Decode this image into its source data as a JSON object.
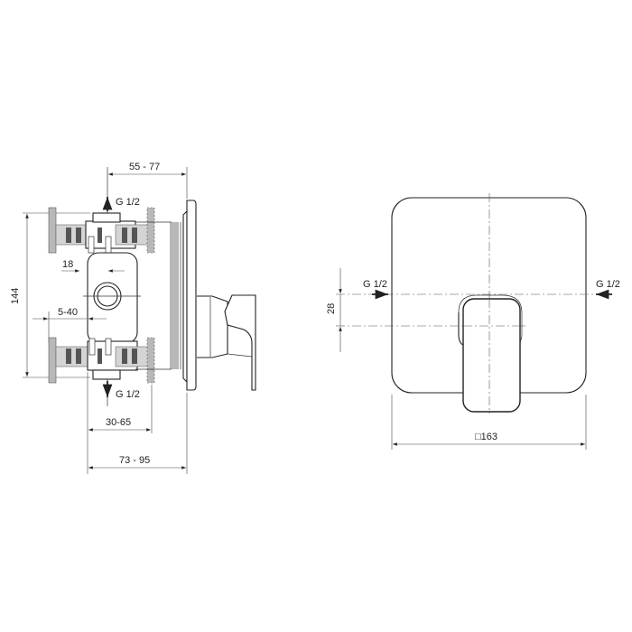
{
  "drawing": {
    "side_view": {
      "dim_top_depth": "55 - 77",
      "dim_height": "144",
      "dim_offset_18": "18",
      "dim_offset_range": "5-40",
      "thread_top": "G 1/2",
      "thread_bottom": "G 1/2",
      "dim_box_depth": "30-65",
      "dim_total_depth": "73 - 95"
    },
    "front_view": {
      "thread_left": "G 1/2",
      "thread_right": "G 1/2",
      "dim_vertical": "28",
      "dim_plate_width": "□163"
    }
  }
}
